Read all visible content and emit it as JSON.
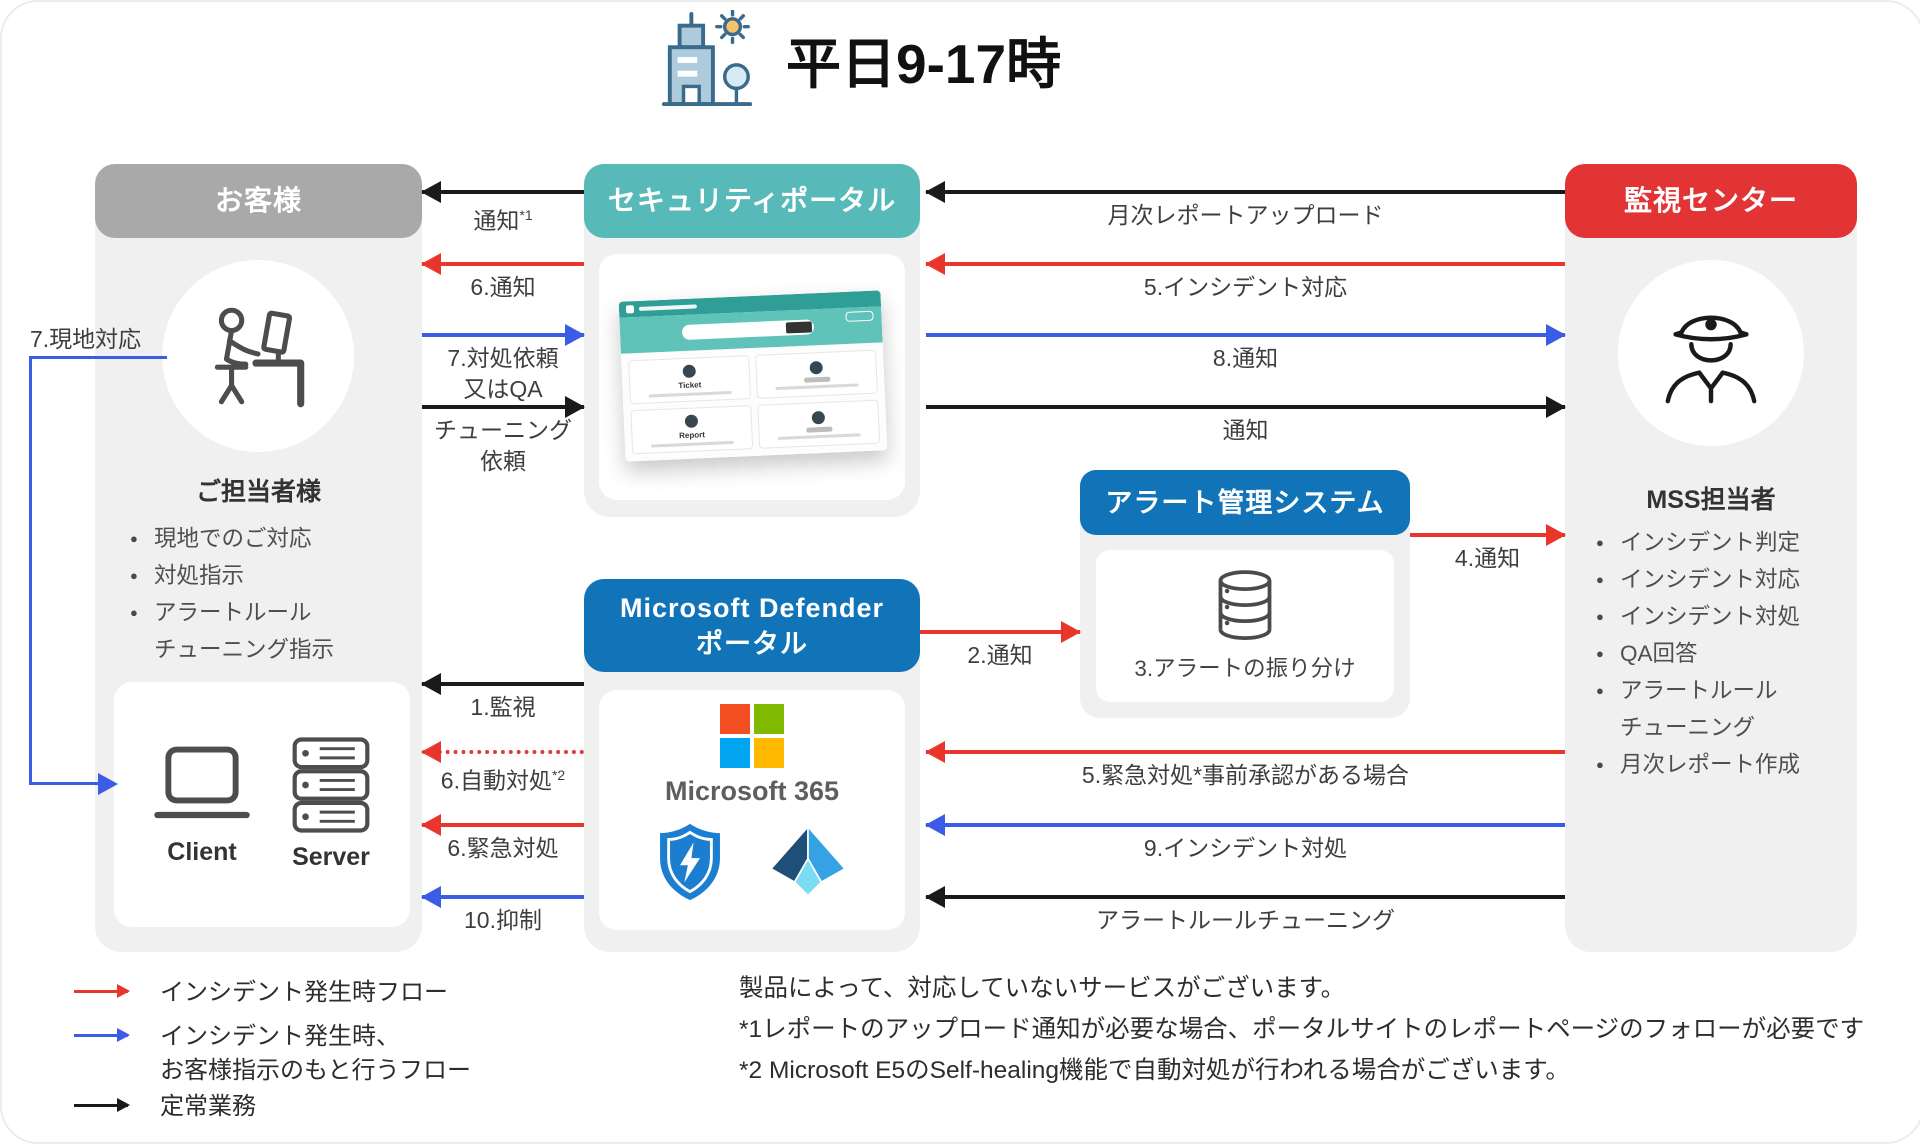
{
  "title": "平日9-17時",
  "customer": {
    "header": "お客様",
    "onsite_label": "7.現地対応",
    "role": "ご担当者様",
    "bullets": [
      "現地でのご対応",
      "対処指示",
      "アラートルール\nチューニング指示"
    ],
    "client_label": "Client",
    "server_label": "Server"
  },
  "portal": {
    "header": "セキュリティポータル",
    "cards": {
      "ticket": "Ticket",
      "report": "Report"
    }
  },
  "defender": {
    "header": "Microsoft Defender\nポータル",
    "m365": "Microsoft 365"
  },
  "alert_system": {
    "header": "アラート管理システム",
    "caption": "3.アラートの振り分け"
  },
  "monitoring": {
    "header": "監視センター",
    "role": "MSS担当者",
    "bullets": [
      "インシデント判定",
      "インシデント対応",
      "インシデント対処",
      "QA回答",
      "アラートルール\nチューニング",
      "月次レポート作成"
    ]
  },
  "arrows": {
    "notify_report": {
      "label": "通知",
      "sup": "*1"
    },
    "notify6": {
      "label": "6.通知"
    },
    "request7": {
      "label": "7.対処依頼\n又はQA"
    },
    "tuning_request": {
      "label": "チューニング\n依頼"
    },
    "monitor1": {
      "label": "1.監視"
    },
    "auto6": {
      "label": "6.自動対処",
      "sup": "*2"
    },
    "emergency6": {
      "label": "6.緊急対処"
    },
    "suppress10": {
      "label": "10.抑制"
    },
    "monthly_report": {
      "label": "月次レポートアップロード"
    },
    "incident5": {
      "label": "5.インシデント対応"
    },
    "notify8": {
      "label": "8.通知"
    },
    "notify_plain": {
      "label": "通知"
    },
    "notify2": {
      "label": "2.通知"
    },
    "notify4": {
      "label": "4.通知"
    },
    "emergency5": {
      "label": "5.緊急対処*事前承認がある場合"
    },
    "incident9": {
      "label": "9.インシデント対処"
    },
    "rule_tuning": {
      "label": "アラートルールチューニング"
    }
  },
  "legend": {
    "red": "インシデント発生時フロー",
    "blue": "インシデント発生時、\nお客様指示のもと行うフロー",
    "black": "定常業務"
  },
  "notes": [
    "製品によって、対応していないサービスがございます。",
    "*1レポートのアップロード通知が必要な場合、ポータルサイトのレポートページのフォローが必要です",
    "*2 Microsoft E5のSelf-healing機能で自動対処が行われる場合がございます。"
  ],
  "colors": {
    "flow_red": "#e8362d",
    "flow_blue": "#3b5ce4",
    "flow_black": "#1a1a1a",
    "portal_teal": "#58bab8",
    "ms_blue": "#1274b8",
    "monitoring_red": "#e23434",
    "customer_gray": "#a9a9a9"
  }
}
